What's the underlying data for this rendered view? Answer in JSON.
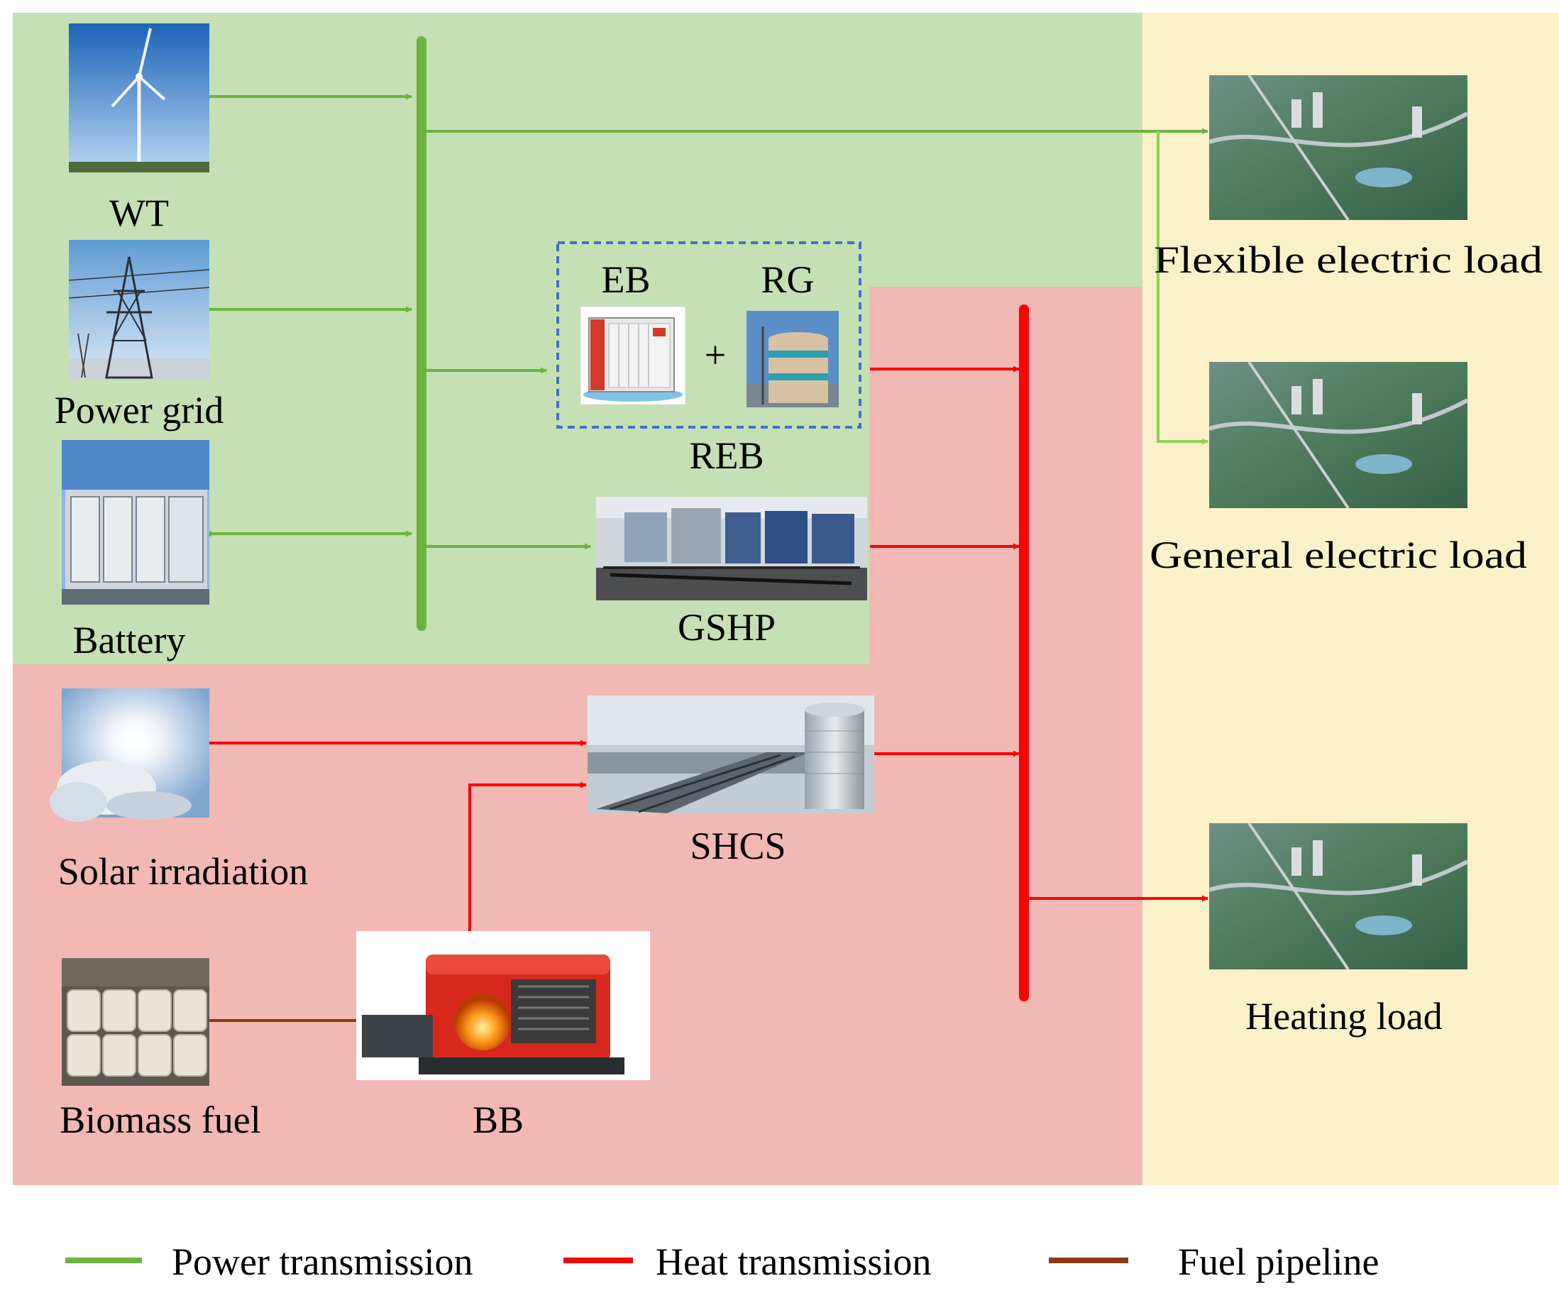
{
  "components": {
    "wt": "WT",
    "power_grid": "Power grid",
    "battery": "Battery",
    "eb": "EB",
    "rg": "RG",
    "plus": "+",
    "reb": "REB",
    "gshp": "GSHP",
    "solar": "Solar irradiation",
    "biomass": "Biomass fuel",
    "shcs": "SHCS",
    "bb": "BB",
    "flexible_load": "Flexible electric load",
    "general_load": "General electric load",
    "heating_load": "Heating load"
  },
  "legend": {
    "power": "Power transmission",
    "heat": "Heat transmission",
    "fuel": "Fuel pipeline"
  },
  "colors": {
    "power_line": "#6db33f",
    "heat_line": "#ff0000",
    "fuel_line": "#8b3a12",
    "green_region": "#c5e0b4",
    "red_region": "#f2b8b4",
    "yellow_region": "#fbf1c8",
    "reb_box": "#4472c4"
  }
}
